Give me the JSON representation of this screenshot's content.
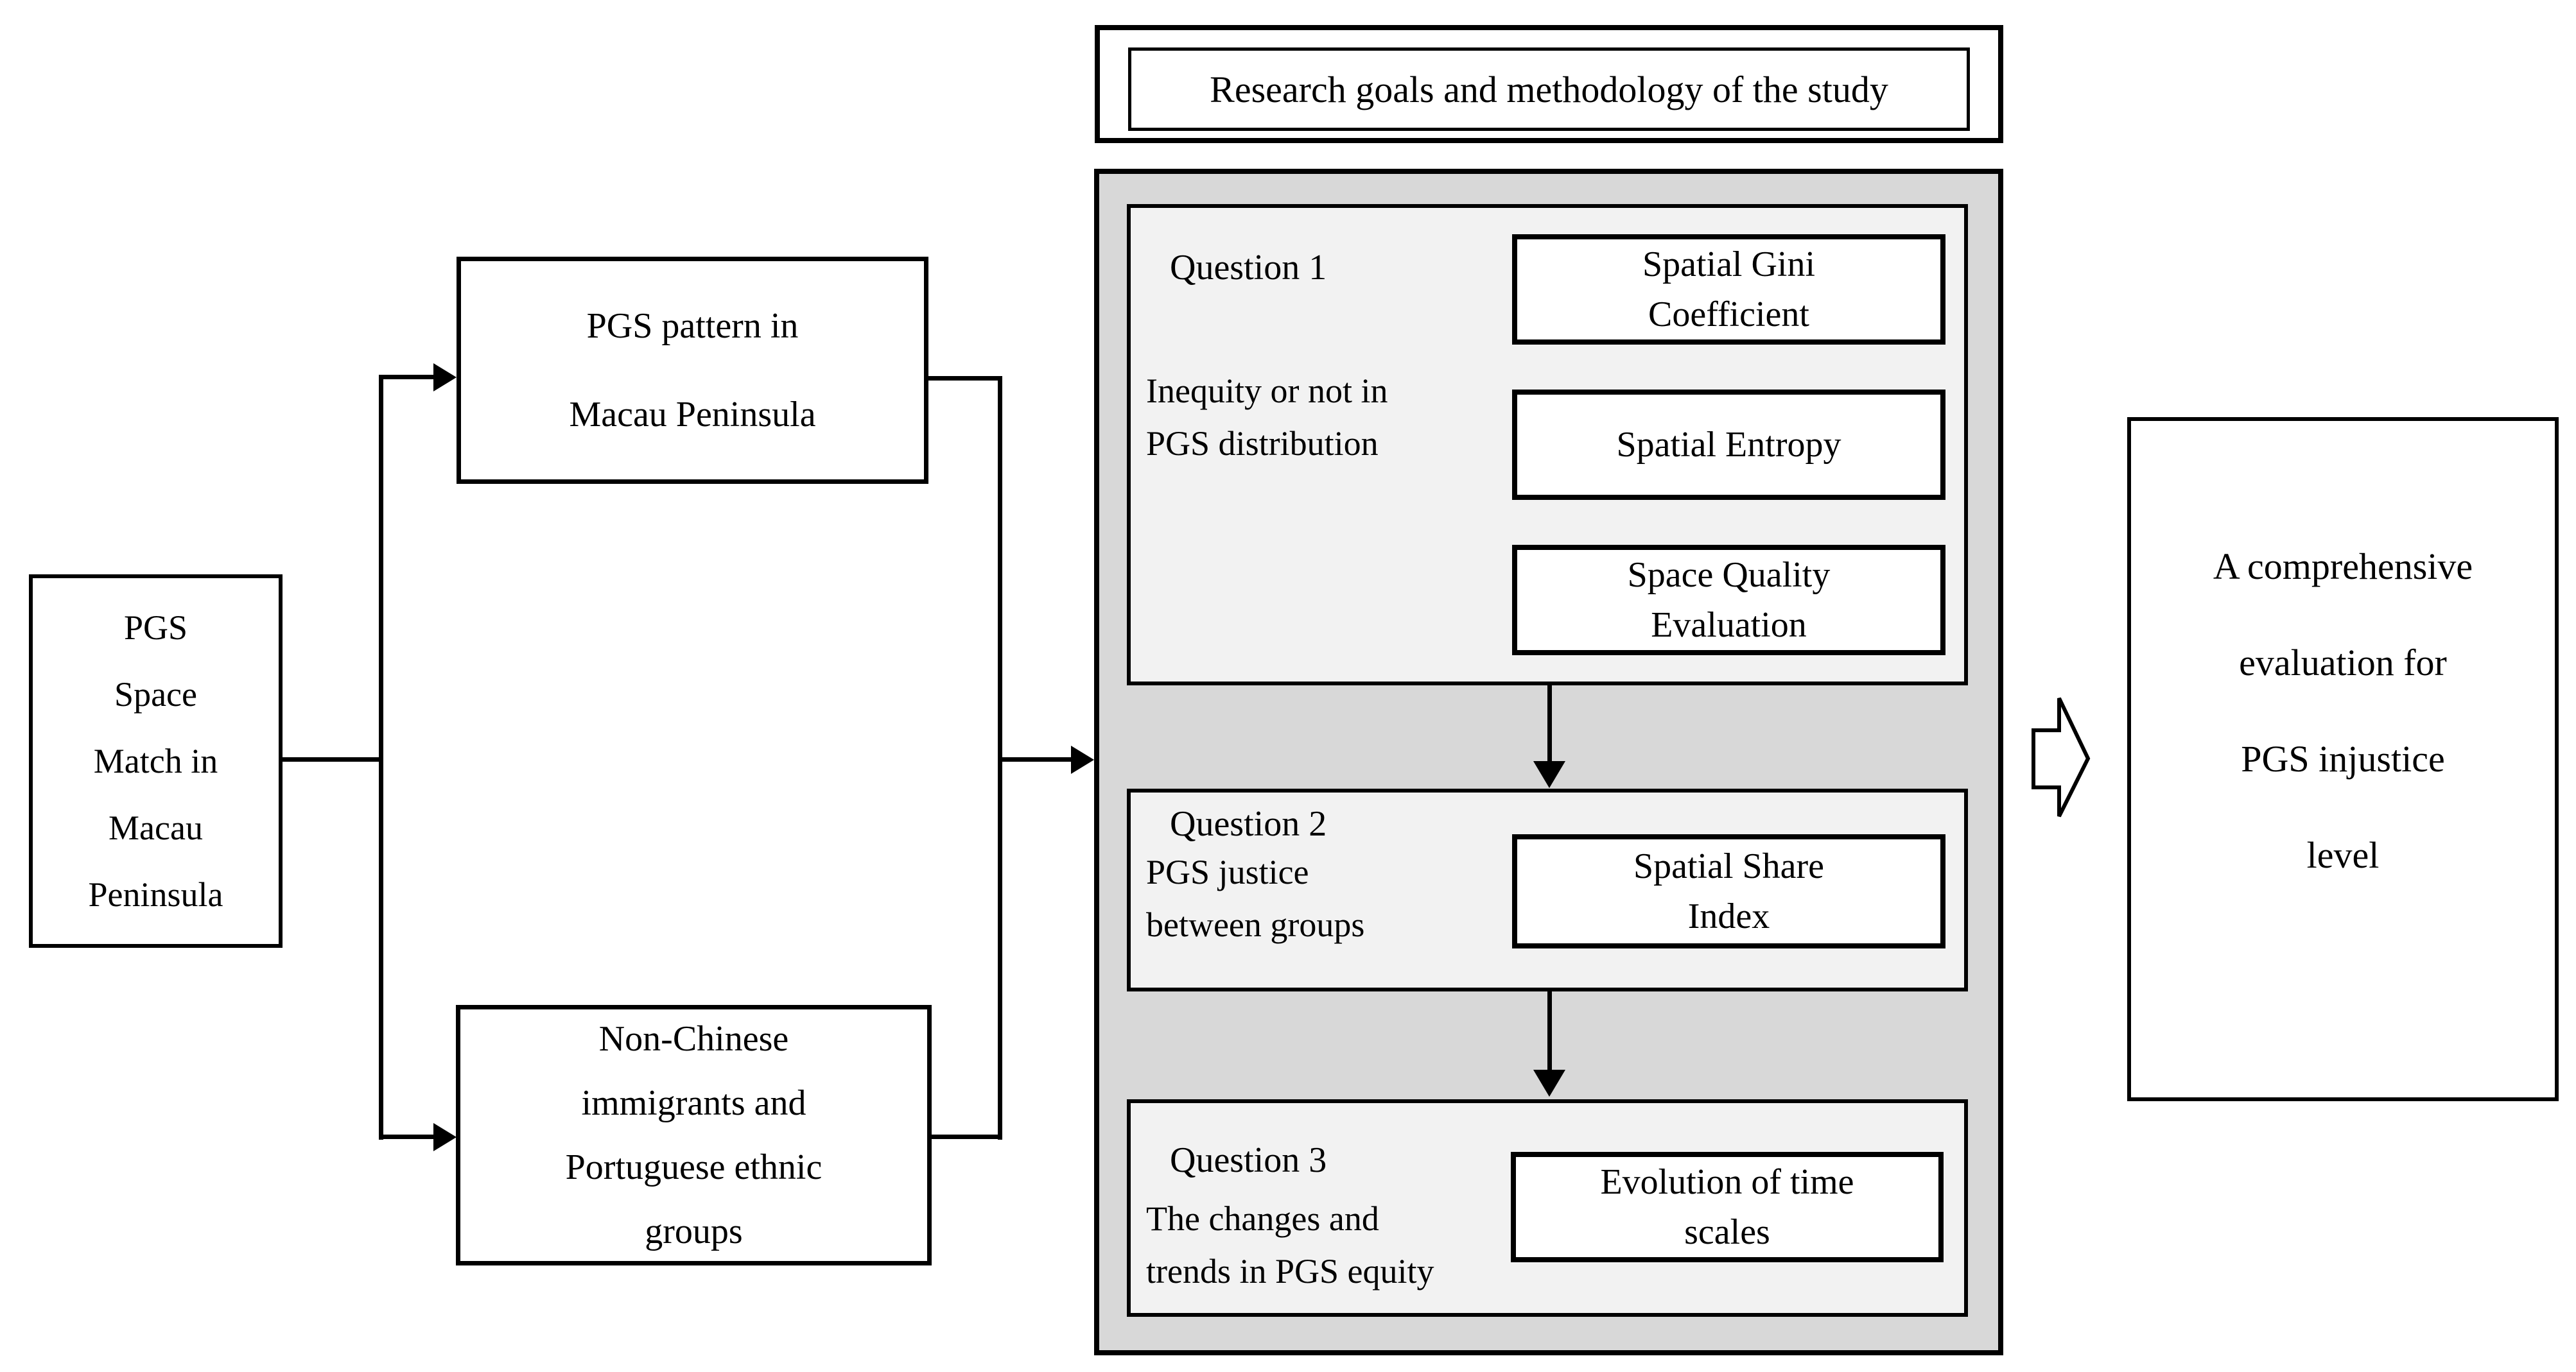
{
  "title_box": {
    "text": "Research goals and methodology of the study"
  },
  "left_box": {
    "text": "PGS\nSpace\nMatch in\nMacau\nPeninsula"
  },
  "top_middle_box": {
    "text": "PGS pattern in\nMacau Peninsula"
  },
  "bottom_middle_box": {
    "text": "Non-Chinese\nimmigrants and\nPortuguese ethnic\ngroups"
  },
  "methodology": {
    "q1": {
      "label": "Question 1",
      "description": "Inequity or not in\nPGS distribution",
      "methods": {
        "gini": "Spatial Gini\nCoefficient",
        "entropy": "Spatial Entropy",
        "quality": "Space Quality\nEvaluation"
      }
    },
    "q2": {
      "label": "Question 2",
      "description": "PGS justice\nbetween groups",
      "methods": {
        "share": "Spatial Share\nIndex"
      }
    },
    "q3": {
      "label": "Question 3",
      "description": "The changes and\ntrends in PGS equity",
      "methods": {
        "evolution": "Evolution of time\nscales"
      }
    }
  },
  "result_box": {
    "text": "A comprehensive\nevaluation for\nPGS injustice\nlevel"
  },
  "icons": {
    "big_arrow": "hollow-right-arrow",
    "flow_arrows": "right-arrowhead, down-arrowhead"
  },
  "colors": {
    "container_bg": "#d8d8d8",
    "section_bg": "#f2f2f2",
    "box_bg": "#ffffff",
    "ink": "#000000",
    "page_bg": "#ffffff"
  }
}
